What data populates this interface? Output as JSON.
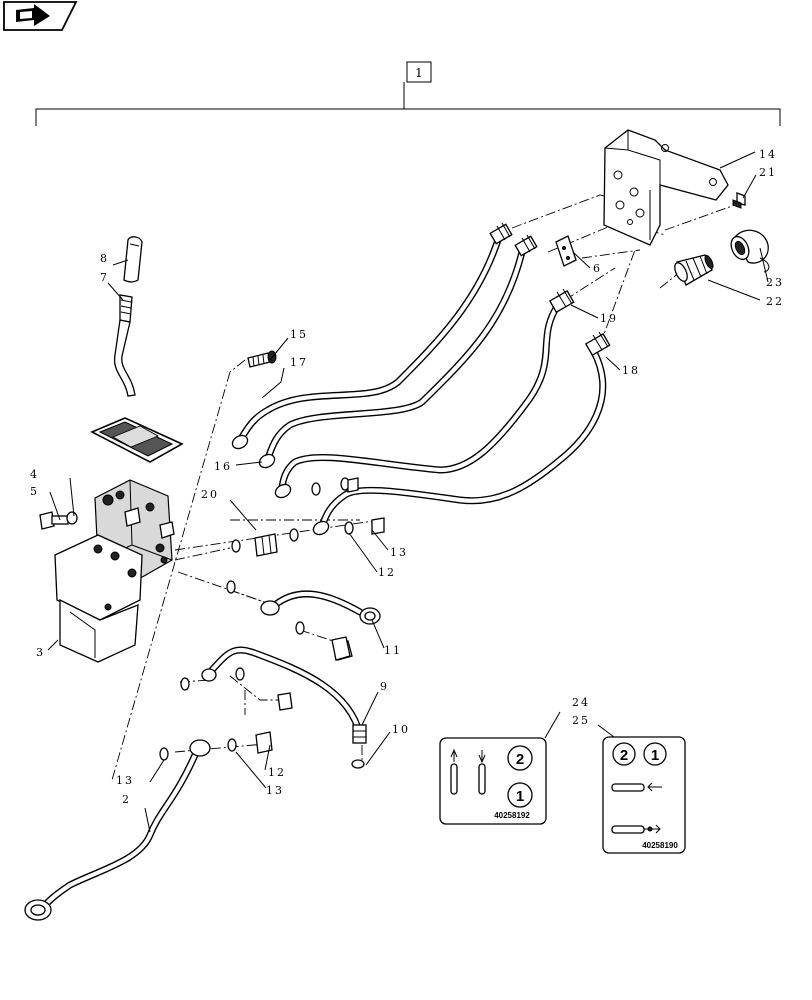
{
  "nav_icon": "arrow-right-icon",
  "group_label": "1",
  "callouts": {
    "c2": "2",
    "c3": "3",
    "c4": "4",
    "c5": "5",
    "c6": "6",
    "c7": "7",
    "c8": "8",
    "c9": "9",
    "c10": "10",
    "c11": "11",
    "c12a": "12",
    "c12b": "12",
    "c13a": "13",
    "c13b": "13",
    "c13c": "13",
    "c14": "14",
    "c15": "15",
    "c16": "16",
    "c17": "17",
    "c18": "18",
    "c19": "19",
    "c20": "20",
    "c21": "21",
    "c22": "22",
    "c23": "23",
    "c24": "24",
    "c25": "25"
  },
  "decal_24": {
    "code": "40258192",
    "num_top": "2",
    "num_bottom": "1"
  },
  "decal_25": {
    "code": "40258190",
    "num_left": "2",
    "num_right": "1"
  }
}
